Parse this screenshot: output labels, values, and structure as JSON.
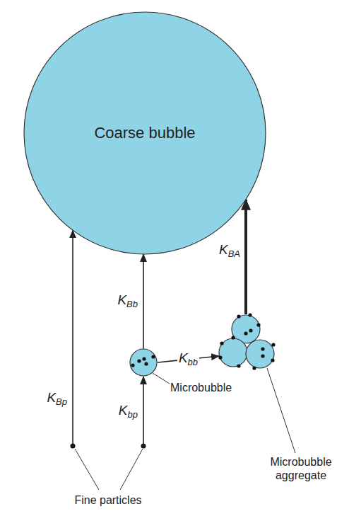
{
  "diagram": {
    "nodes": [
      {
        "text": [
          "Coarse bubble"
        ]
      },
      {
        "text": [
          "Microbubble"
        ]
      },
      {
        "text": [
          "Microbubble aggregate"
        ]
      },
      {
        "text": [
          "Fine particles"
        ]
      }
    ],
    "edges": [
      {
        "from": 3,
        "to": 0,
        "arrow": "to",
        "label": "KBp"
      },
      {
        "from": 3,
        "to": 1,
        "arrow": "to",
        "label": "Kbp"
      },
      {
        "from": 1,
        "to": 0,
        "arrow": "to",
        "label": "KBb"
      },
      {
        "from": 1,
        "to": 2,
        "arrow": "to",
        "label": "Kbb"
      },
      {
        "from": 2,
        "to": 0,
        "arrow": "to",
        "label": "KBA"
      }
    ]
  }
}
